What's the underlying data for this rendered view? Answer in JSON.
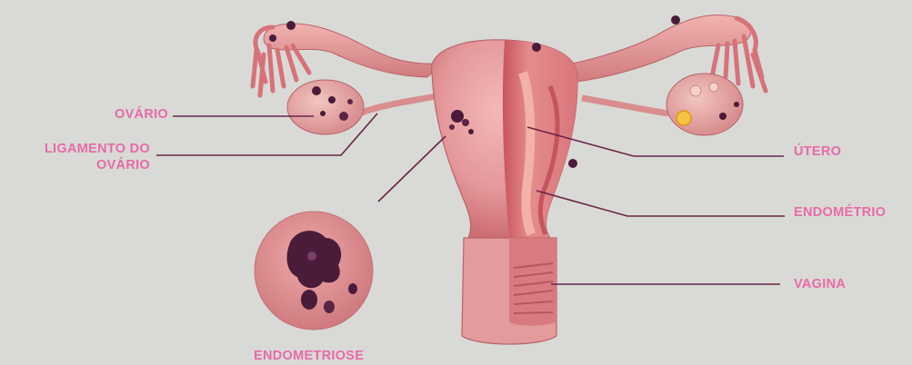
{
  "labels": {
    "ovario": "OVÁRIO",
    "ligamento_line1": "LIGAMENTO DO",
    "ligamento_line2": "OVÁRIO",
    "utero": "ÚTERO",
    "endometrio": "ENDOMÉTRIO",
    "vagina": "VAGINA",
    "endometriose": "ENDOMETRIOSE"
  },
  "colors": {
    "background": "#d9dad5",
    "label": "#e86aa9",
    "leader_line": "#6b2448",
    "tissue": "#e7a0a0",
    "tissue_dark": "#c85f66",
    "lesion": "#4a1c3a"
  }
}
